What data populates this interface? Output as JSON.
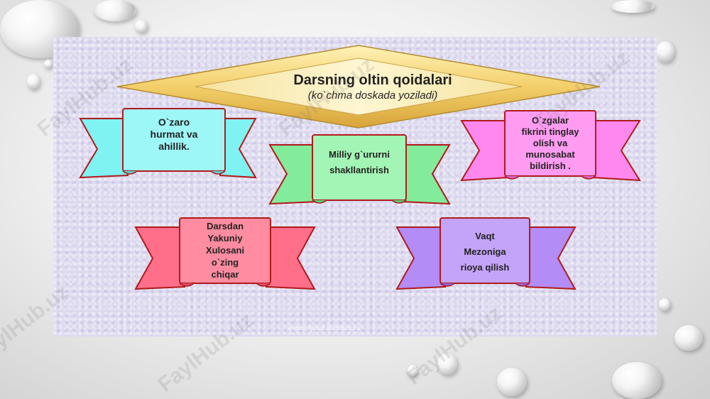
{
  "slide": {
    "title": "Darsning oltin qoidalari",
    "subtitle": "(ko`chma doskada yoziladi)",
    "cards": [
      {
        "text": "O`zaro\nhurmat va\nahillik.",
        "color": "#7ff2f2"
      },
      {
        "text": "Milliy g`ururni\nshakllantirish",
        "color": "#82ec9a"
      },
      {
        "text": "O`zgalar\nfikrini tinglay\nolish va\nmunosabat\nbildirish .",
        "color": "#ff88ee"
      },
      {
        "text": "Darsdan\nYakuniy\nXulosani\no`zing\nchiqar",
        "color": "#ff6f8a"
      },
      {
        "text": "Vaqt\nMezoniga\nrioya qilish",
        "color": "#b38cf5"
      }
    ],
    "source_text": "www.ziyouz.uz-baza.ru"
  },
  "watermark": "FaylHub.uz"
}
